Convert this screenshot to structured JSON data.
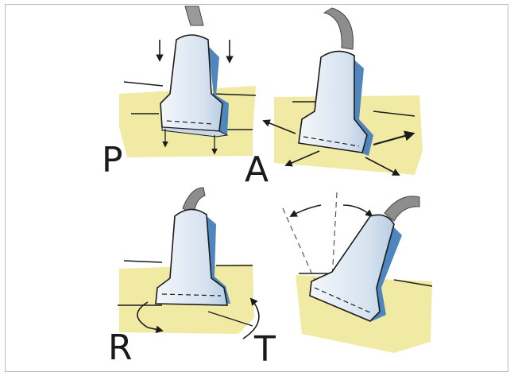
{
  "labels": {
    "p": "P",
    "a": "A",
    "r": "R",
    "t": "T"
  },
  "colors": {
    "ground": "#efe89a",
    "probe_body": "#dfe9f3",
    "probe_shadow": "#4f86bd",
    "cable": "#8d8d8d",
    "ink": "#1c1c1c"
  },
  "icons": {
    "panel_p": "pressure-probe",
    "panel_a": "alignment-probe",
    "panel_r": "rotation-probe",
    "panel_t": "tilt-probe"
  }
}
